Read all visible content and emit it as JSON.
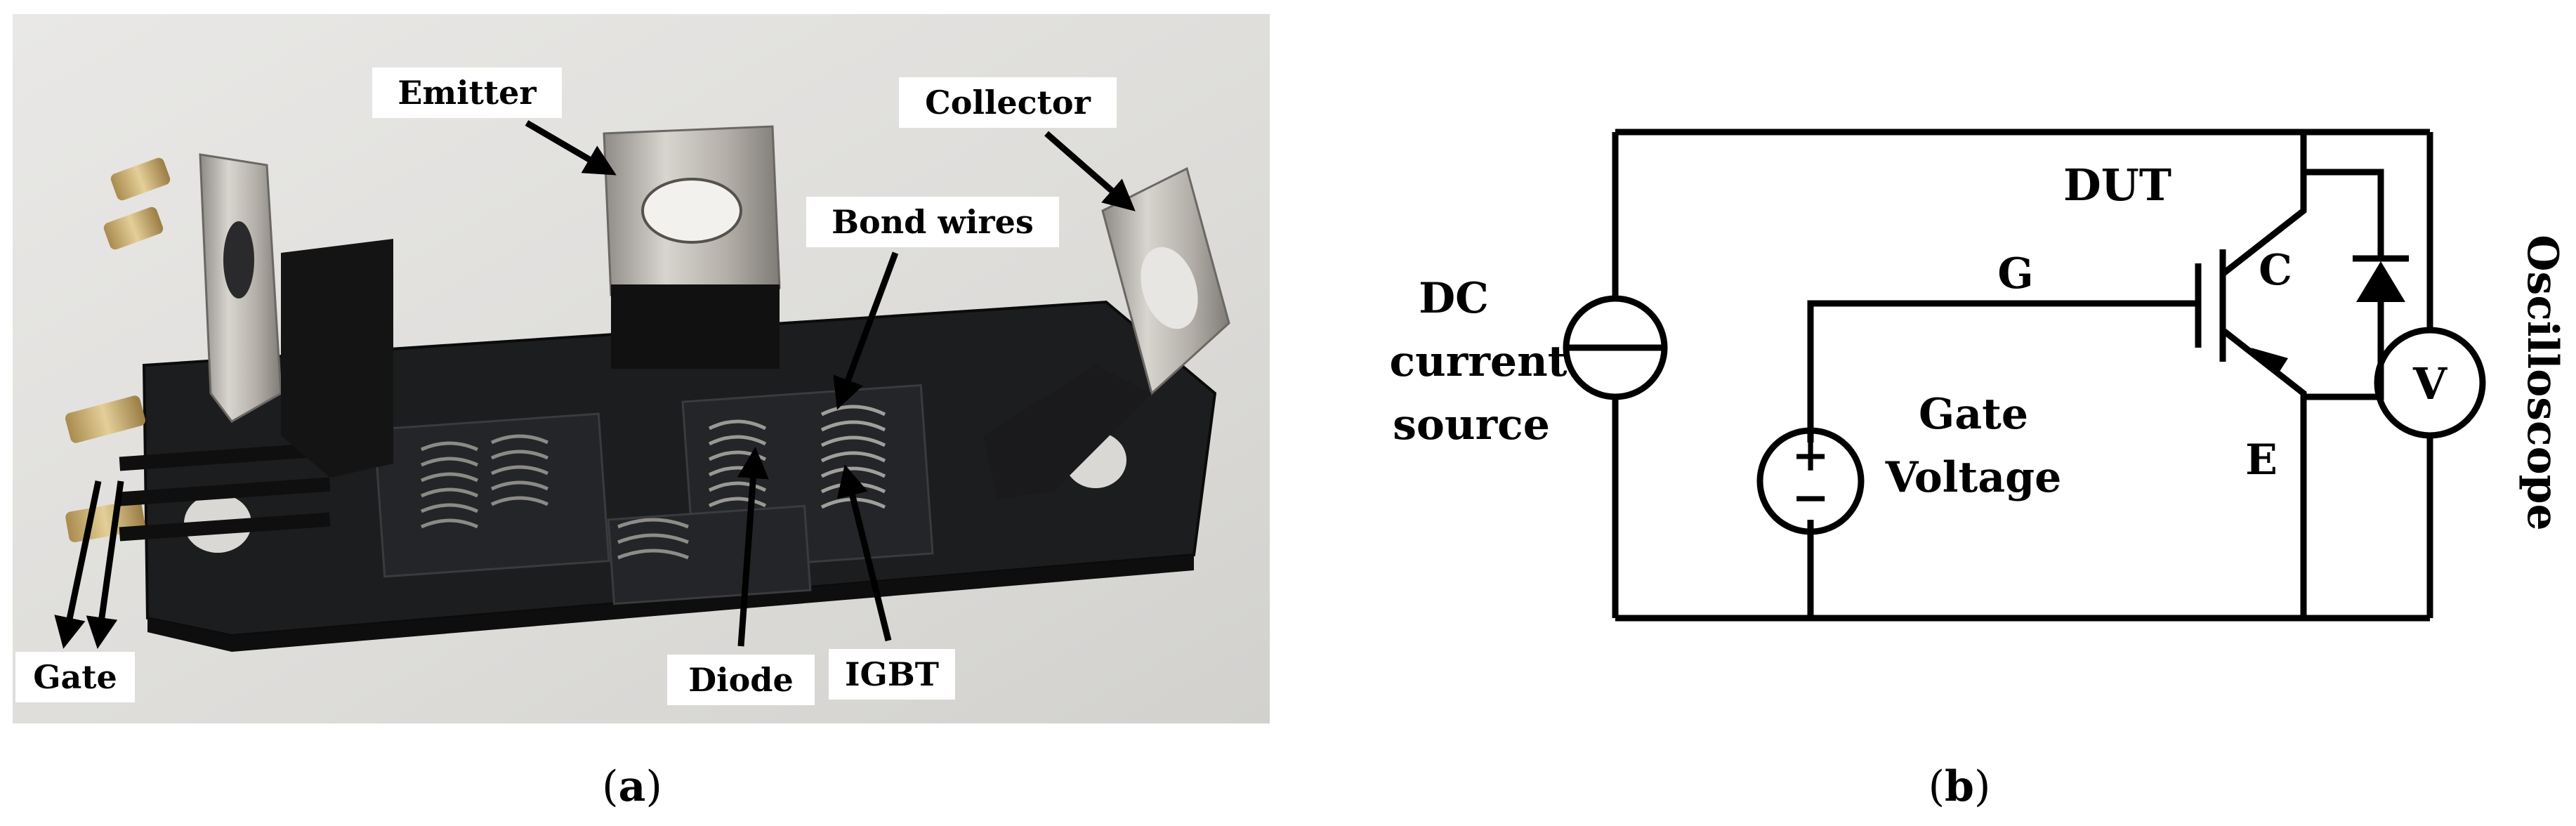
{
  "panel_a": {
    "labels": {
      "emitter": "Emitter",
      "collector": "Collector",
      "bond_wires": "Bond wires",
      "diode": "Diode",
      "igbt": "IGBT",
      "gate": "Gate"
    },
    "caption_open": "(",
    "caption_letter": "a",
    "caption_close": ")"
  },
  "panel_b": {
    "labels": {
      "dc_line1": "DC",
      "dc_line2": "current",
      "dc_line3": "source",
      "dut": "DUT",
      "g": "G",
      "c": "C",
      "e": "E",
      "gate_line1": "Gate",
      "gate_line2": "Voltage",
      "plus": "+",
      "minus": "−",
      "v": "V",
      "oscilloscope": "Oscilloscope"
    },
    "caption_open": "(",
    "caption_letter": "b",
    "caption_close": ")"
  },
  "colors": {
    "background": "#ffffff",
    "photo_bg": "#e3e2df",
    "board": "#1b1c1e",
    "metal": "#b9b6b0",
    "wire": "#000000"
  }
}
